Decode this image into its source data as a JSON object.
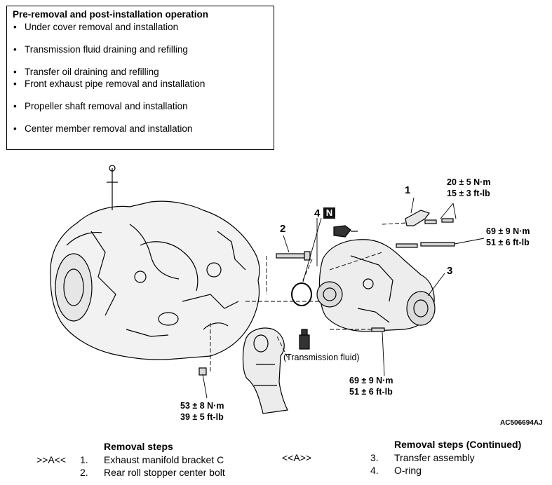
{
  "preop": {
    "title": "Pre-removal and post-installation operation",
    "items": [
      "Under cover removal and installation",
      "Transmission fluid draining and refilling",
      "Transfer oil draining and refilling",
      "Front exhaust pipe removal and installation",
      "Propeller shaft removal and installation",
      "Center member removal and installation"
    ]
  },
  "callouts": {
    "c1": "1",
    "c2": "2",
    "c3": "3",
    "c4": "4",
    "n_badge": "N"
  },
  "torques": {
    "bracket_nm": "20 ± 5 N·m",
    "bracket_ftlb": "15 ± 3 ft-lb",
    "upper_nm": "69 ± 9 N·m",
    "upper_ftlb": "51 ± 6 ft-lb",
    "lower_nm": "69 ± 9 N·m",
    "lower_ftlb": "51 ± 6 ft-lb",
    "stopper_nm": "53 ± 8 N·m",
    "stopper_ftlb": "39 ± 5 ft-lb"
  },
  "fluid_label": "(Transmission fluid)",
  "figure_code": "AC506694AJ",
  "steps_left": {
    "title": "Removal steps",
    "rows": [
      {
        "mark": ">>A<<",
        "num": "1.",
        "text": "Exhaust manifold bracket C"
      },
      {
        "mark": "",
        "num": "2.",
        "text": "Rear roll stopper center bolt"
      }
    ]
  },
  "steps_right": {
    "title": "Removal steps (Continued)",
    "rows": [
      {
        "mark": "<<A>>",
        "num": "3.",
        "text": "Transfer assembly"
      },
      {
        "mark": "",
        "num": "4.",
        "text": "O-ring"
      }
    ]
  }
}
